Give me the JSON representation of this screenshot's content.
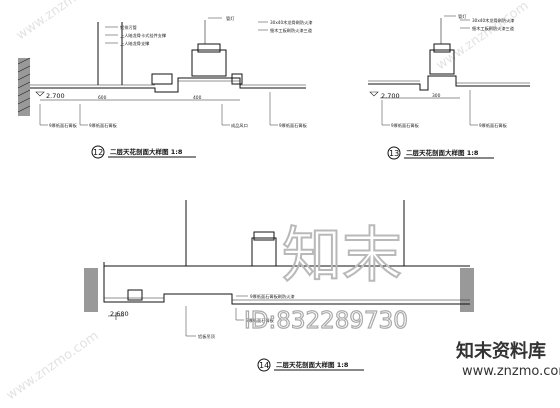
{
  "detail_12": {
    "number": "12",
    "title": "二层天花剖面大样图 1:8",
    "level": "2.700",
    "notes_top": [
      "铝排污管",
      "上人暗龙骨卡式挂件支撑",
      "上人暗龙骨支撑",
      "管灯",
      "30x40木龙骨刷防火漆",
      "细木工板刷防火漆三道"
    ],
    "notes_bottom": [
      "9厚纸面石膏板",
      "9厚纸面石膏板",
      "成品风口",
      "9厚纸面石膏板"
    ],
    "dims": [
      "600",
      "400"
    ]
  },
  "detail_13": {
    "number": "13",
    "title": "二层天花剖面大样图 1:8",
    "level": "2.700",
    "notes_top": [
      "管灯",
      "30x40木龙骨刷防火漆",
      "细木工板刷防火漆三道"
    ],
    "notes_bottom": [
      "9厚纸面石膏板",
      "9厚纸面石膏板"
    ],
    "dims": [
      "300"
    ]
  },
  "detail_14": {
    "number": "14",
    "title": "二层天花剖面大样图 1:8",
    "level": "2.680",
    "notes": [
      "9厚纸面石膏板刷防火漆",
      "9厚纸面石膏板",
      "铝板吊顶"
    ]
  },
  "watermark": {
    "logo": "知末",
    "id": "ID:832289730",
    "site": "知末资料库",
    "url": "www.znzmo.com",
    "diag": "www.znzmo.com"
  },
  "colors": {
    "line": "#111111",
    "watermark": "#b9b9b9"
  }
}
